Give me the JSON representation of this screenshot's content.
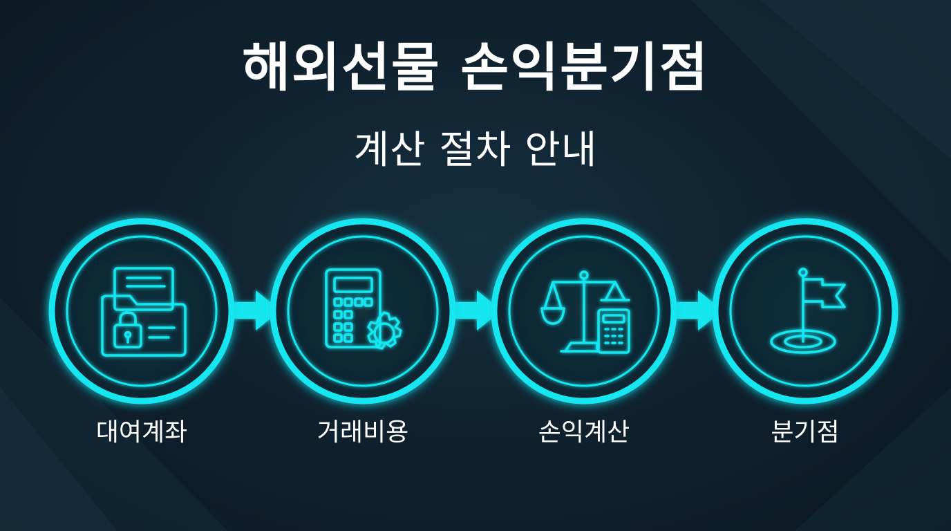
{
  "title": "해외선물 손익분기점",
  "subtitle": "계산 절차 안내",
  "colors": {
    "accent": "#19e6f0",
    "background": "#10222f",
    "text": "#ffffff"
  },
  "steps": [
    {
      "label": "대여계좌",
      "icon": "locked-folder-document-icon"
    },
    {
      "label": "거래비용",
      "icon": "calculator-gear-icon"
    },
    {
      "label": "손익계산",
      "icon": "balance-scale-calculator-icon"
    },
    {
      "label": "분기점",
      "icon": "target-flag-icon"
    }
  ]
}
